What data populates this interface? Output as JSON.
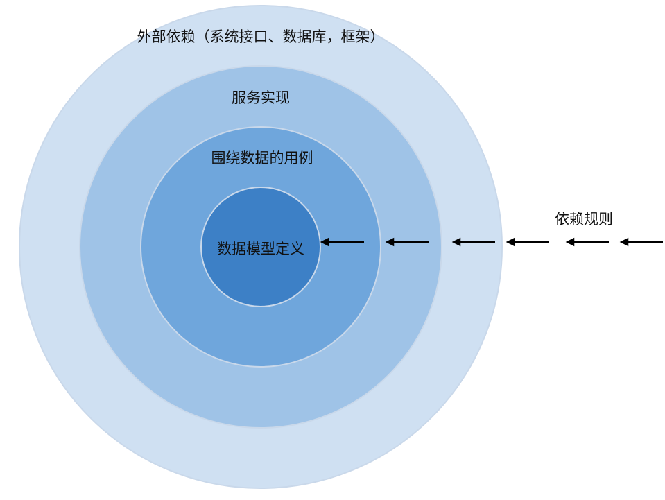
{
  "layers": [
    {
      "id": "outer",
      "label": "外部依赖（系统接口、数据库，框架）",
      "color": "#cfe0f2"
    },
    {
      "id": "services",
      "label": "服务实现",
      "color": "#9fc3e7"
    },
    {
      "id": "usecases",
      "label": "围绕数据的用例",
      "color": "#6fa6dc"
    },
    {
      "id": "core",
      "label": "数据模型定义",
      "color": "#3d80c6"
    }
  ],
  "dependency_rule": {
    "label": "依赖规则",
    "arrow_count": 6,
    "arrow_color": "#000000"
  },
  "ring_border_color": "#c9d8ea"
}
